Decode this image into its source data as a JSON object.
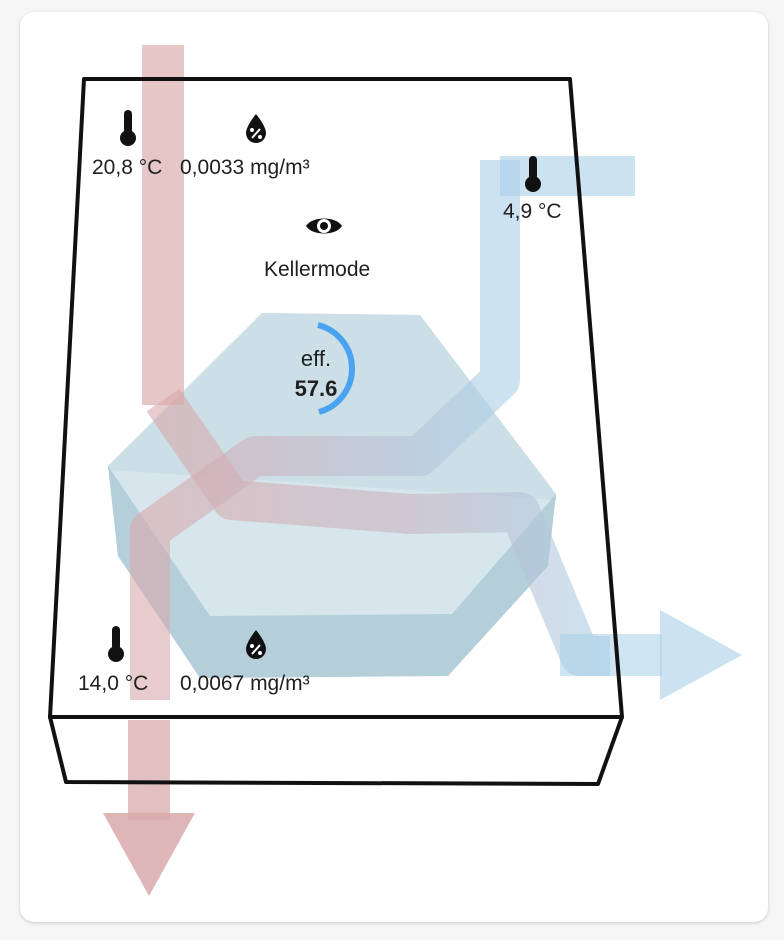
{
  "card": {
    "supply_in": {
      "temperature": "20,8 °C",
      "humidity": "0,0033 mg/m³"
    },
    "exhaust_out": {
      "temperature": "4,9 °C"
    },
    "supply_out": {
      "temperature": "14,0 °C",
      "humidity": "0,0067 mg/m³"
    },
    "mode": {
      "icon": "eye-icon",
      "label": "Kellermode"
    },
    "efficiency": {
      "label": "eff.",
      "value": "57.6",
      "fraction": 0.576
    }
  },
  "colors": {
    "warm_flow": "#d8a9ab",
    "cold_flow": "#a9cfe8",
    "exchanger": "#c9dde6",
    "exchanger_dark": "#9dbfcf",
    "gauge": "#4aa3f0",
    "outline": "#111111"
  },
  "icons": {
    "temperature": "thermometer-icon",
    "humidity": "water-percent-icon"
  }
}
